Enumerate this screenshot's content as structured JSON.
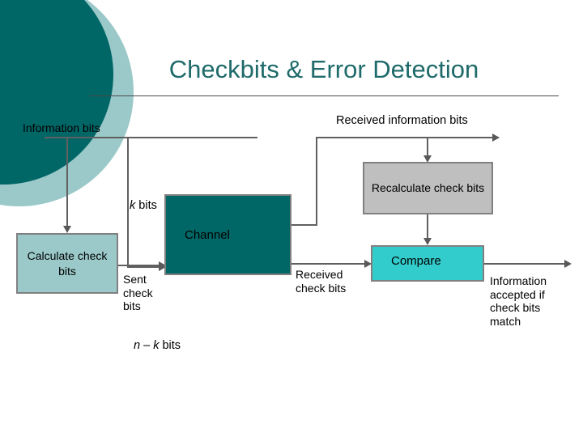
{
  "slide": {
    "title": "Checkbits & Error Detection",
    "title_color": "#1F6A6A",
    "background": "#FFFFFF"
  },
  "decor": {
    "circle_dark_color": "#006666",
    "circle_light_color": "#9BC9C9"
  },
  "diagram": {
    "boxes": [
      {
        "id": "calculate",
        "label": "Calculate\ncheck bits",
        "color": "#9BC9C9"
      },
      {
        "id": "channel",
        "label": "Channel",
        "color": "#006666"
      },
      {
        "id": "recalculate",
        "label": "Recalculate\ncheck bits",
        "color": "#BFBFBF"
      },
      {
        "id": "compare",
        "label": "Compare",
        "color": "#33CCCC"
      }
    ],
    "labels": {
      "information_bits": "Information bits",
      "received_information_bits": "Received information bits",
      "k_bits_italic": "k",
      "k_bits_rest": " bits",
      "sent_check_bits": "Sent\ncheck\nbits",
      "n_minus_k_italic_n": "n",
      "n_minus_k_dash": " – ",
      "n_minus_k_italic_k": "k",
      "n_minus_k_rest": " bits",
      "received_check_bits": "Received\ncheck bits",
      "information_accepted": "Information\naccepted if\ncheck bits\nmatch"
    },
    "line_color": "#595959"
  }
}
